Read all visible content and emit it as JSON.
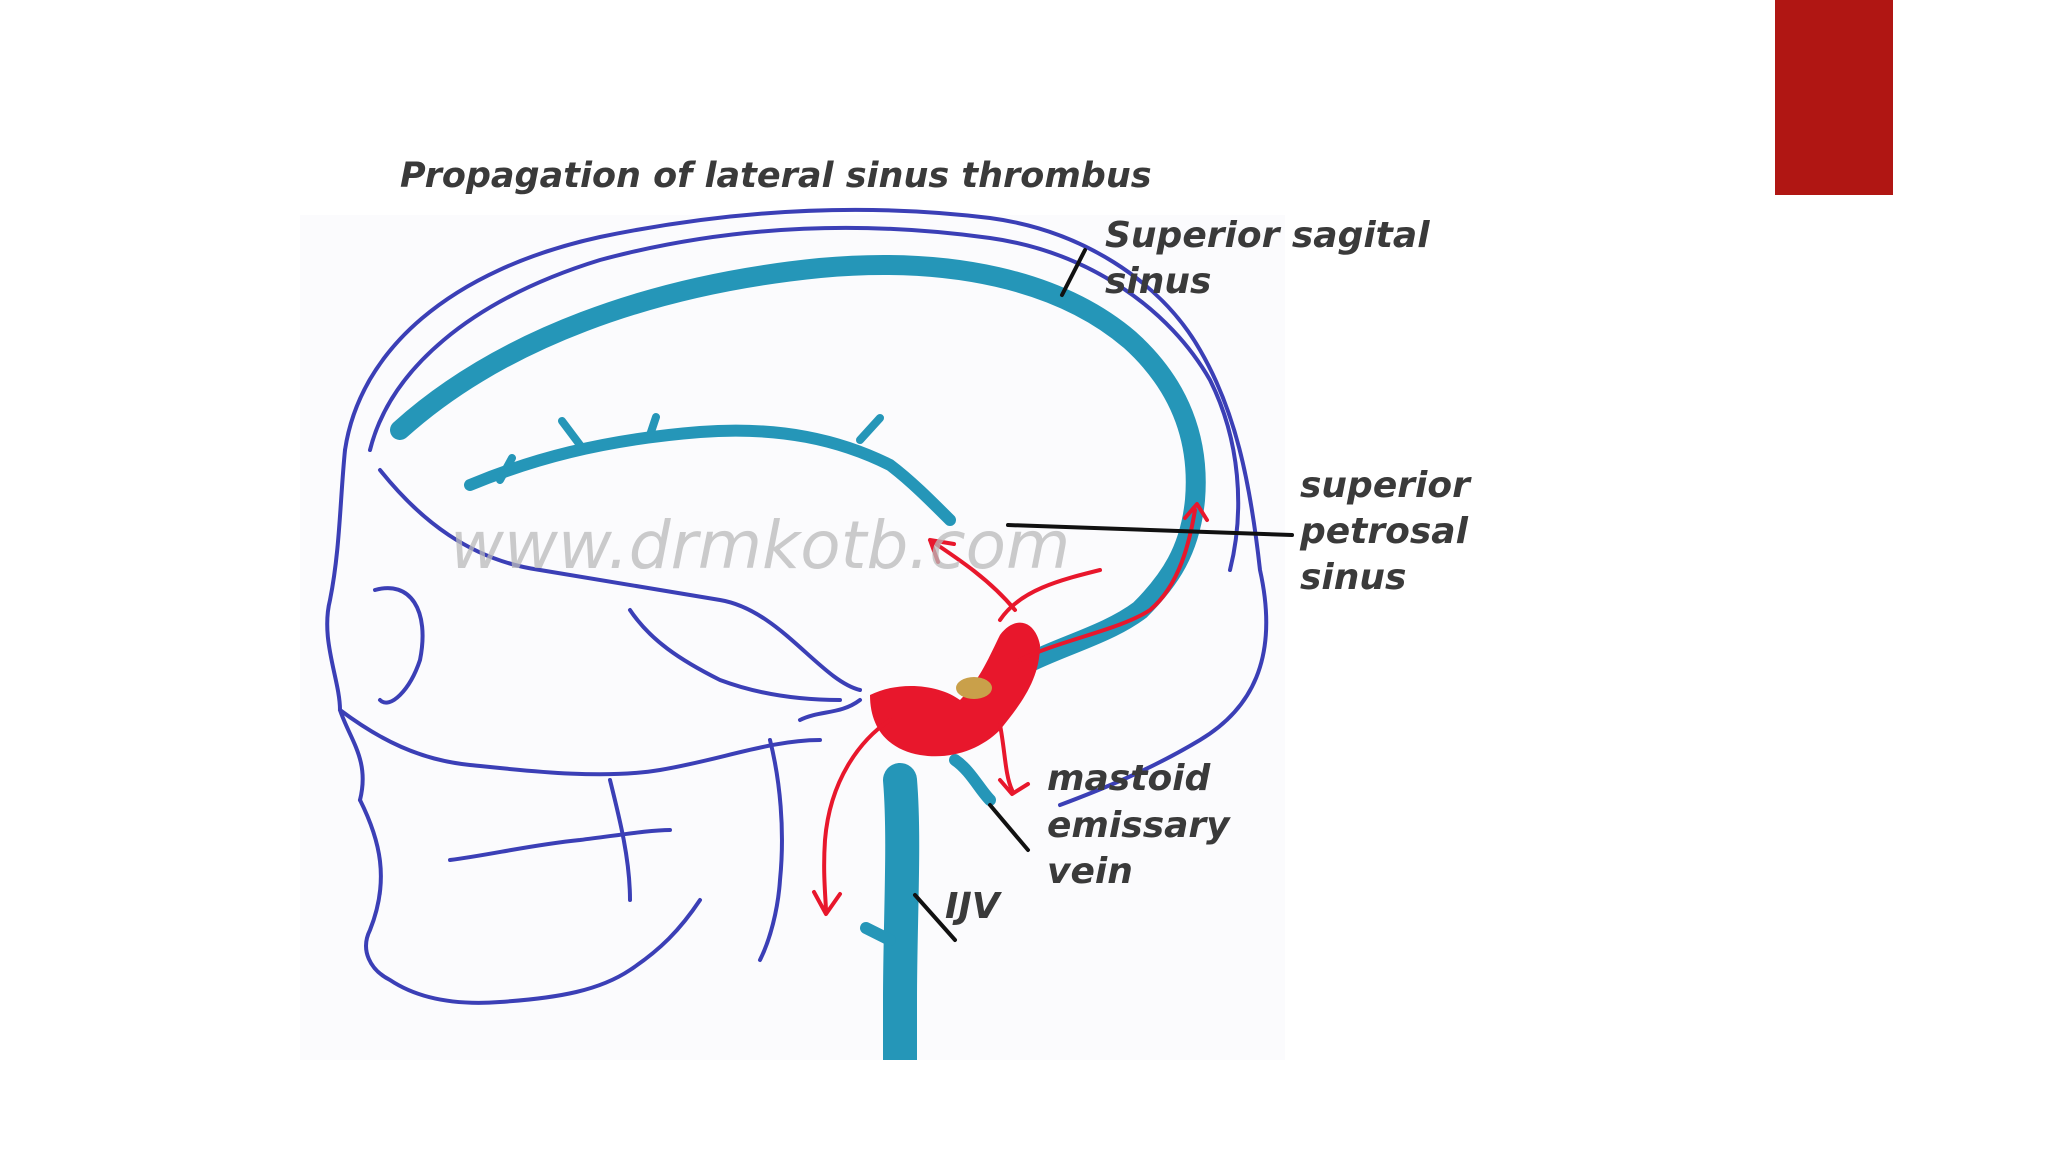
{
  "slide": {
    "accent_color": "#b01613"
  },
  "diagram": {
    "title": "Propagation of lateral sinus thrombus",
    "watermark": "www.drmkotb.com",
    "labels": {
      "superior_sagital_line1": "Superior sagital",
      "superior_sagital_line2": "sinus",
      "petrosal_line1": "superior",
      "petrosal_line2": "petrosal",
      "petrosal_line3": "sinus",
      "mastoid_line1": "mastoid",
      "mastoid_line2": "emissary",
      "mastoid_line3": "vein",
      "ijv": "IJV"
    },
    "colors": {
      "skull_outline": "#3b3fb6",
      "vein": "#2596b8",
      "thrombus": "#e8172c",
      "spread_arrow": "#e8172c",
      "clot_core": "#c9a04a"
    }
  }
}
